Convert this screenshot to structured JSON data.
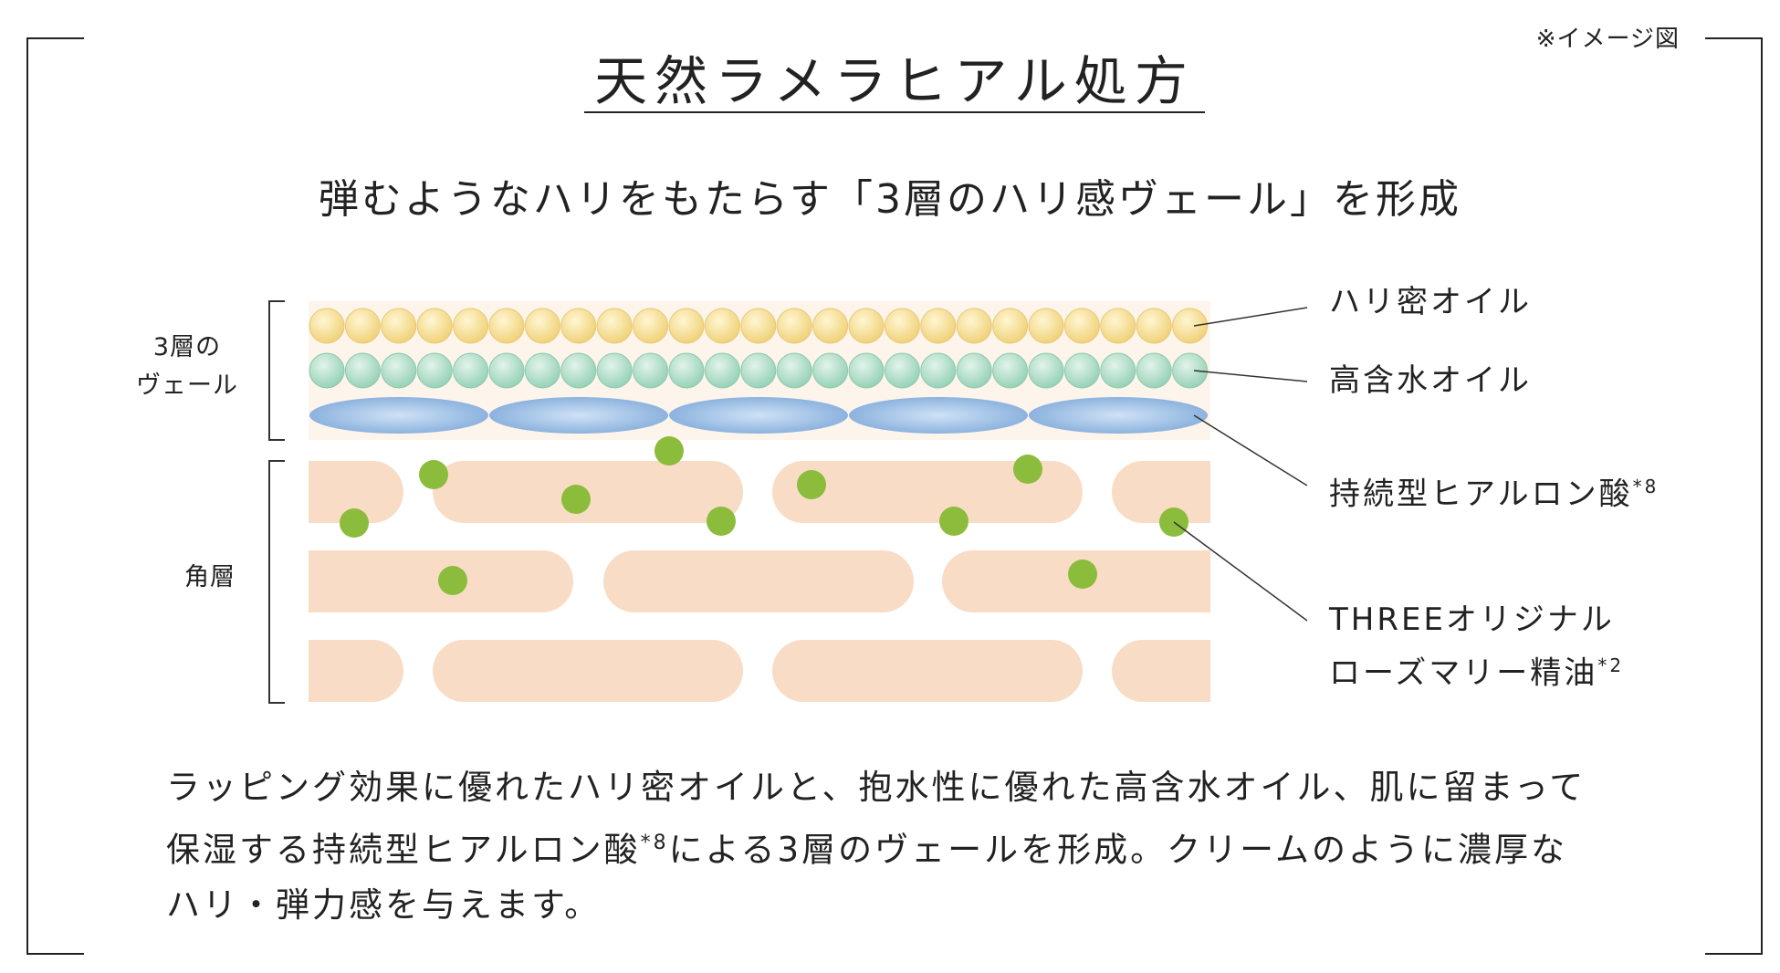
{
  "note": "※イメージ図",
  "title": "天然ラメラヒアル処方",
  "subtitle": "弾むようなハリをもたらす「3層のハリ感ヴェール」を形成",
  "side_labels": {
    "veil_line1": "3層の",
    "veil_line2": "ヴェール",
    "stratum": "角層"
  },
  "labels": {
    "oil1": "ハリ密オイル",
    "oil2": "高含水オイル",
    "hyaluronic": "持続型ヒアルロン酸",
    "hyaluronic_sup": "*8",
    "rosemary_line1": "THREEオリジナル",
    "rosemary_line2": "ローズマリー精油",
    "rosemary_sup": "*2"
  },
  "description": {
    "line1": "ラッピング効果に優れたハリ密オイルと、抱水性に優れた高含水オイル、肌に留まって",
    "line2a": "保湿する持続型ヒアルロン酸",
    "line2_sup": "*8",
    "line2b": "による3層のヴェールを形成。クリームのように濃厚な",
    "line3": "ハリ・弾力感を与えます。"
  },
  "colors": {
    "yellow_bead": "#f4dc8c",
    "green_bead": "#a9dcc4",
    "blue_ellipse": "#9cc0e6",
    "cell": "#f8dcc6",
    "dot": "#8cbc3c",
    "veil_bg": "#fdf4ec"
  }
}
